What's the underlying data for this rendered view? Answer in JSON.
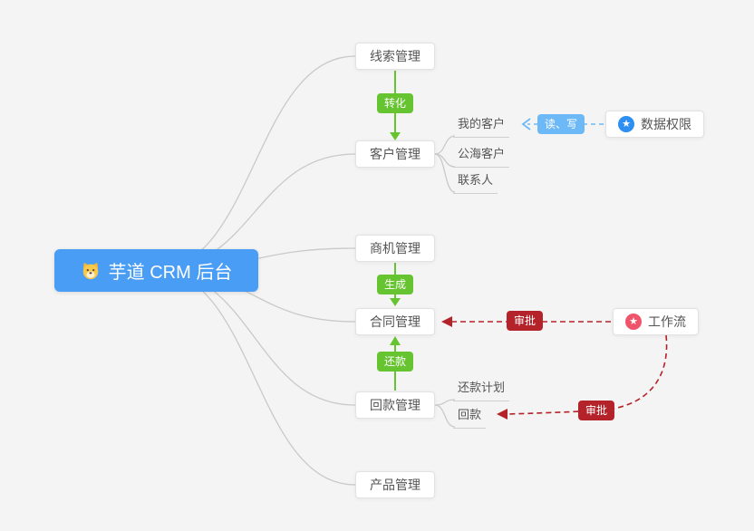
{
  "root": {
    "label": "芋道 CRM 后台"
  },
  "branches": {
    "leads": {
      "label": "线索管理"
    },
    "customers": {
      "label": "客户管理",
      "children": {
        "my": "我的客户",
        "public_sea": "公海客户",
        "contacts": "联系人"
      }
    },
    "opportunities": {
      "label": "商机管理"
    },
    "contracts": {
      "label": "合同管理"
    },
    "receivables": {
      "label": "回款管理",
      "children": {
        "plan": "还款计划",
        "payment": "回款"
      }
    },
    "products": {
      "label": "产品管理"
    }
  },
  "side_nodes": {
    "data_permission": {
      "label": "数据权限",
      "icon": "star-circle-blue"
    },
    "workflow": {
      "label": "工作流",
      "icon": "star-circle-red"
    }
  },
  "edge_badges": {
    "convert": "转化",
    "generate": "生成",
    "repay": "还款",
    "read_write": "读、写",
    "approve_contract": "审批",
    "approve_receivable": "审批"
  },
  "icons": {
    "star": "★"
  },
  "colors": {
    "background": "#f4f4f4",
    "root_bg": "#4a9df5",
    "badge_green": "#66c430",
    "badge_blue": "#6db9f7",
    "badge_red": "#b5232a",
    "line_gray": "#c9c9c9",
    "node_border": "#e2e2e2",
    "data_permission_icon_bg": "#2e8ff2",
    "workflow_icon_bg": "#f0546a"
  }
}
